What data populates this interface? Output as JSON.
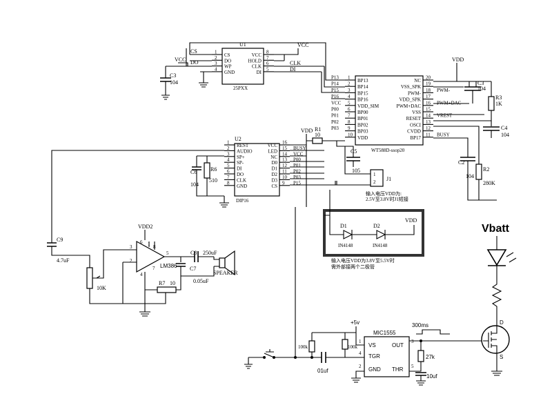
{
  "u1": {
    "ref": "U1",
    "part": "25PXX",
    "pins_left": [
      {
        "n": "1",
        "name": "CS"
      },
      {
        "n": "2",
        "name": "DO"
      },
      {
        "n": "3",
        "name": "WP"
      },
      {
        "n": "4",
        "name": "GND"
      }
    ],
    "pins_right": [
      {
        "n": "8",
        "name": "VCC"
      },
      {
        "n": "7",
        "name": "HOLD"
      },
      {
        "n": "6",
        "name": "CLK"
      },
      {
        "n": "5",
        "name": "DI"
      }
    ],
    "net_left": [
      "CS",
      "DO"
    ],
    "net_right": [
      "CLK",
      "DI"
    ],
    "vcc_top": "VCC",
    "vcc_left": "VCC",
    "cap": {
      "ref": "C3",
      "val": "104"
    }
  },
  "wt": {
    "part": "WT588D-ssop20",
    "pins_left": [
      {
        "n": "1",
        "name": "BP13",
        "net": "P13"
      },
      {
        "n": "2",
        "name": "BP14",
        "net": "P14"
      },
      {
        "n": "3",
        "name": "BP15",
        "net": "P15"
      },
      {
        "n": "4",
        "name": "BP16",
        "net": "P16"
      },
      {
        "n": "5",
        "name": "VDD_SIM",
        "net": "VCC"
      },
      {
        "n": "6",
        "name": "BP00",
        "net": "P00"
      },
      {
        "n": "7",
        "name": "BP01",
        "net": "P01"
      },
      {
        "n": "8",
        "name": "BP02",
        "net": "P02"
      },
      {
        "n": "9",
        "name": "BP03",
        "net": "P03"
      },
      {
        "n": "10",
        "name": "VDD",
        "net": ""
      }
    ],
    "pins_right": [
      {
        "n": "20",
        "name": "NC",
        "net": ""
      },
      {
        "n": "19",
        "name": "VSS_SPK",
        "net": ""
      },
      {
        "n": "18",
        "name": "PWM-",
        "net": "PWM-"
      },
      {
        "n": "17",
        "name": "VDD_SPK",
        "net": ""
      },
      {
        "n": "16",
        "name": "PWM+DAC",
        "net": "PWM+DAC"
      },
      {
        "n": "15",
        "name": "VSS",
        "net": ""
      },
      {
        "n": "14",
        "name": "RESET",
        "net": "VREST"
      },
      {
        "n": "13",
        "name": "OSCI",
        "net": ""
      },
      {
        "n": "12",
        "name": "CVDD",
        "net": ""
      },
      {
        "n": "11",
        "name": "BP17",
        "net": "BUSY"
      }
    ],
    "vdd": "VDD",
    "c3": {
      "ref": "C3",
      "val": "104"
    },
    "r3": {
      "ref": "R3",
      "val": "1K"
    },
    "c4": {
      "ref": "C4",
      "val": "104"
    },
    "c2": {
      "ref": "C2",
      "val": "104"
    },
    "r2": {
      "ref": "R2",
      "val": "280K"
    }
  },
  "u2": {
    "ref": "U2",
    "part": "DIP16",
    "pins_left": [
      {
        "n": "1",
        "name": "REST"
      },
      {
        "n": "2",
        "name": "AUDIO"
      },
      {
        "n": "3",
        "name": "SP+"
      },
      {
        "n": "4",
        "name": "SP-"
      },
      {
        "n": "5",
        "name": "DI"
      },
      {
        "n": "6",
        "name": "DO"
      },
      {
        "n": "7",
        "name": "CLK"
      },
      {
        "n": "8",
        "name": "GND"
      }
    ],
    "pins_right": [
      {
        "n": "16",
        "name": "VCC",
        "net": ""
      },
      {
        "n": "15",
        "name": "LED",
        "net": "BUSY"
      },
      {
        "n": "14",
        "name": "NC",
        "net": "VCC"
      },
      {
        "n": "13",
        "name": "D0",
        "net": "P00"
      },
      {
        "n": "12",
        "name": "D1",
        "net": "P01"
      },
      {
        "n": "11",
        "name": "D2",
        "net": "P02"
      },
      {
        "n": "10",
        "name": "D3",
        "net": "P03"
      },
      {
        "n": "9",
        "name": "CS",
        "net": "P15"
      }
    ],
    "c6": {
      "ref": "C6",
      "val": "104"
    },
    "r6": {
      "ref": "R6",
      "val": "510"
    }
  },
  "supply": {
    "vdd": "VDD",
    "r1": {
      "ref": "R1",
      "val": "10"
    },
    "c5": {
      "ref": "C5",
      "val": "105"
    },
    "j1": "J1",
    "j1_pins": [
      "1",
      "2"
    ],
    "note1": "输入电压VDD为:",
    "note2": "2.5V至3.8V时J1短接"
  },
  "diodes": {
    "d1": {
      "ref": "D1",
      "part": "IN4148"
    },
    "d2": {
      "ref": "D2",
      "part": "IN4148"
    },
    "vdd": "VDD",
    "note1": "输入电压VDD为3.8V至5.5V时",
    "note2": "需外部接两个二极管",
    "highlight": "#333333"
  },
  "amp": {
    "vdd": "VDD2",
    "part": "LM386",
    "pins": [
      "6",
      "1",
      "8",
      "3",
      "2",
      "4",
      "7",
      "5"
    ],
    "c9": {
      "ref": "C9",
      "val": "4.7uF"
    },
    "pot": "10K",
    "c8": {
      "ref": "C8",
      "val": "250uF"
    },
    "c7": {
      "ref": "C7",
      "val": "0.05uF"
    },
    "r7": {
      "ref": "R7",
      "val": "10"
    },
    "speaker": "SPEAKER"
  },
  "timer": {
    "supply": "+5v",
    "part": "MIC1555",
    "pins": [
      {
        "n": "1",
        "name": "VS"
      },
      {
        "n": "4",
        "name": "TGR"
      },
      {
        "n": "2",
        "name": "GND"
      },
      {
        "n": "3",
        "name": "OUT"
      },
      {
        "n": "5",
        "name": "THR"
      }
    ],
    "r_a": "100k",
    "r_b": "100k",
    "cap": "01uf",
    "pulse": "300ms",
    "r_out": "27k",
    "c_out": "10uf"
  },
  "driver": {
    "vbatt": "Vbatt",
    "d": "D",
    "s": "S"
  }
}
